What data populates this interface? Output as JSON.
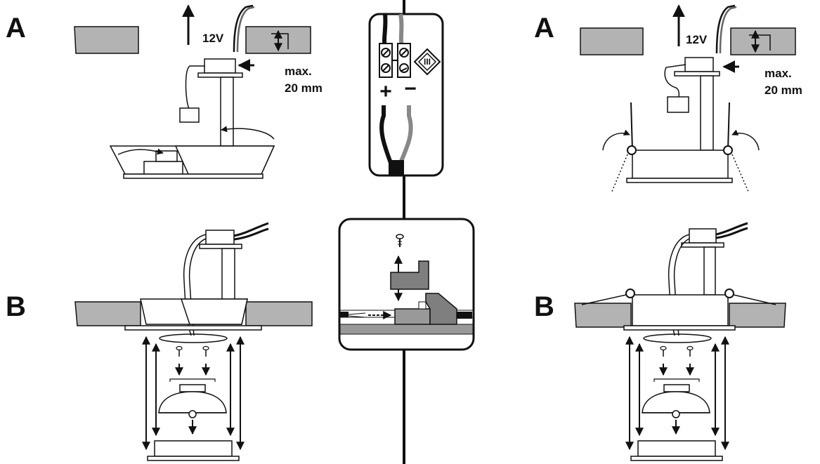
{
  "labels": {
    "top_left_letter": "A",
    "top_right_letter": "A",
    "bottom_left_letter": "B",
    "bottom_right_letter": "B",
    "voltage_left": "12V",
    "voltage_right": "12V",
    "max_line1_left": "max.",
    "max_line2_left": "20 mm",
    "max_line1_right": "max.",
    "max_line2_right": "20 mm",
    "plus": "+",
    "minus": "−",
    "class_symbol": "III"
  },
  "colors": {
    "ceiling_gray": "#b3b3b3",
    "clip_gray": "#7f7f7f",
    "dark_gray": "#666666",
    "line": "#111111"
  }
}
